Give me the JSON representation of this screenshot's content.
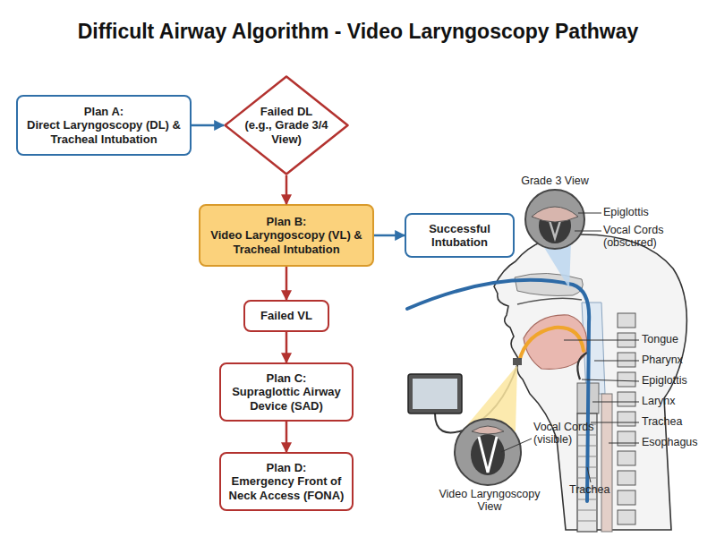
{
  "diagram": {
    "title": "Difficult Airway Algorithm - Video Laryngoscopy Pathway",
    "nodes": [
      {
        "text": [
          "Plan A:",
          "Direct Laryngoscopy (DL) & Tracheal Intubation"
        ]
      },
      {
        "text": [
          "Failed DL",
          "(e.g., Grade 3/4 View)"
        ]
      },
      {
        "text": [
          "Plan B:",
          "Video Laryngoscopy (VL) & Tracheal Intubation"
        ]
      },
      {
        "text": [
          "Successful Intubation"
        ]
      },
      {
        "text": [
          "Failed VL"
        ]
      },
      {
        "text": [
          "Plan C:",
          "Supraglottic Airway Device (SAD)"
        ]
      },
      {
        "text": [
          "Plan D:",
          "Emergency Front of Neck Access (FONA)"
        ]
      }
    ],
    "edges": [
      {
        "from": 0,
        "to": 1,
        "arrow": "to"
      },
      {
        "from": 1,
        "to": 2,
        "arrow": "to"
      },
      {
        "from": 2,
        "to": 3,
        "arrow": "to"
      },
      {
        "from": 2,
        "to": 4,
        "arrow": "to"
      },
      {
        "from": 4,
        "to": 5,
        "arrow": "to"
      },
      {
        "from": 5,
        "to": 6,
        "arrow": "to"
      }
    ],
    "labels": [
      "Grade 3 View",
      "Epiglottis",
      "Vocal Cords (obscured)",
      "Tongue",
      "Pharynx",
      "Epiglottis",
      "Larynx",
      "Trachea",
      "Esophagus",
      "Vocal Cords (visible)",
      "Trachea",
      "Video Laryngoscopy View"
    ]
  }
}
